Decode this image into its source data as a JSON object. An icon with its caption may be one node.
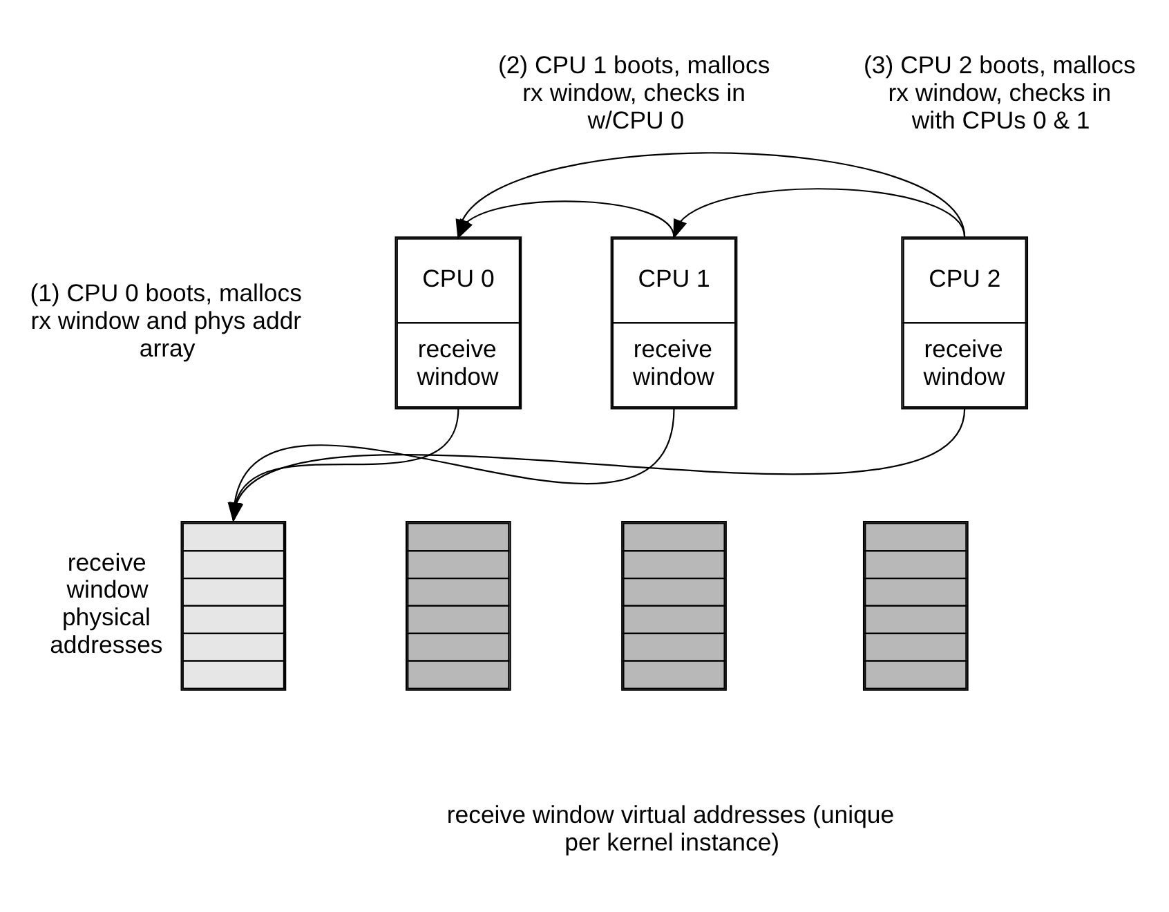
{
  "diagram": {
    "nodes": [
      {
        "text": [
          "CPU 0",
          "receive window"
        ]
      },
      {
        "text": [
          "CPU 1",
          "receive window"
        ]
      },
      {
        "text": [
          "CPU 2",
          "receive window"
        ]
      },
      {
        "text": [],
        "shape": "box",
        "beside": [
          "receive window physical addresses"
        ]
      },
      {
        "text": [],
        "shape": "box"
      },
      {
        "text": [],
        "shape": "box"
      },
      {
        "text": [],
        "shape": "box"
      }
    ],
    "edges": [
      {
        "from": 1,
        "to": 0,
        "arrow": "to"
      },
      {
        "from": 2,
        "to": 1,
        "arrow": "to"
      },
      {
        "from": 2,
        "to": 0,
        "arrow": "to"
      },
      {
        "from": 0,
        "to": 3,
        "arrow": "to"
      },
      {
        "from": 1,
        "to": 3,
        "arrow": "to"
      },
      {
        "from": 2,
        "to": 3,
        "arrow": "to"
      }
    ],
    "labels": [
      "(2) CPU 1 boots, mallocs rx window, checks in w/CPU 0",
      "(3) CPU 2 boots, mallocs rx window, checks in with CPUs 0 & 1",
      "(1) CPU 0 boots, mallocs rx window and phys addr array",
      "receive window virtual addresses (unique per kernel instance)"
    ]
  }
}
